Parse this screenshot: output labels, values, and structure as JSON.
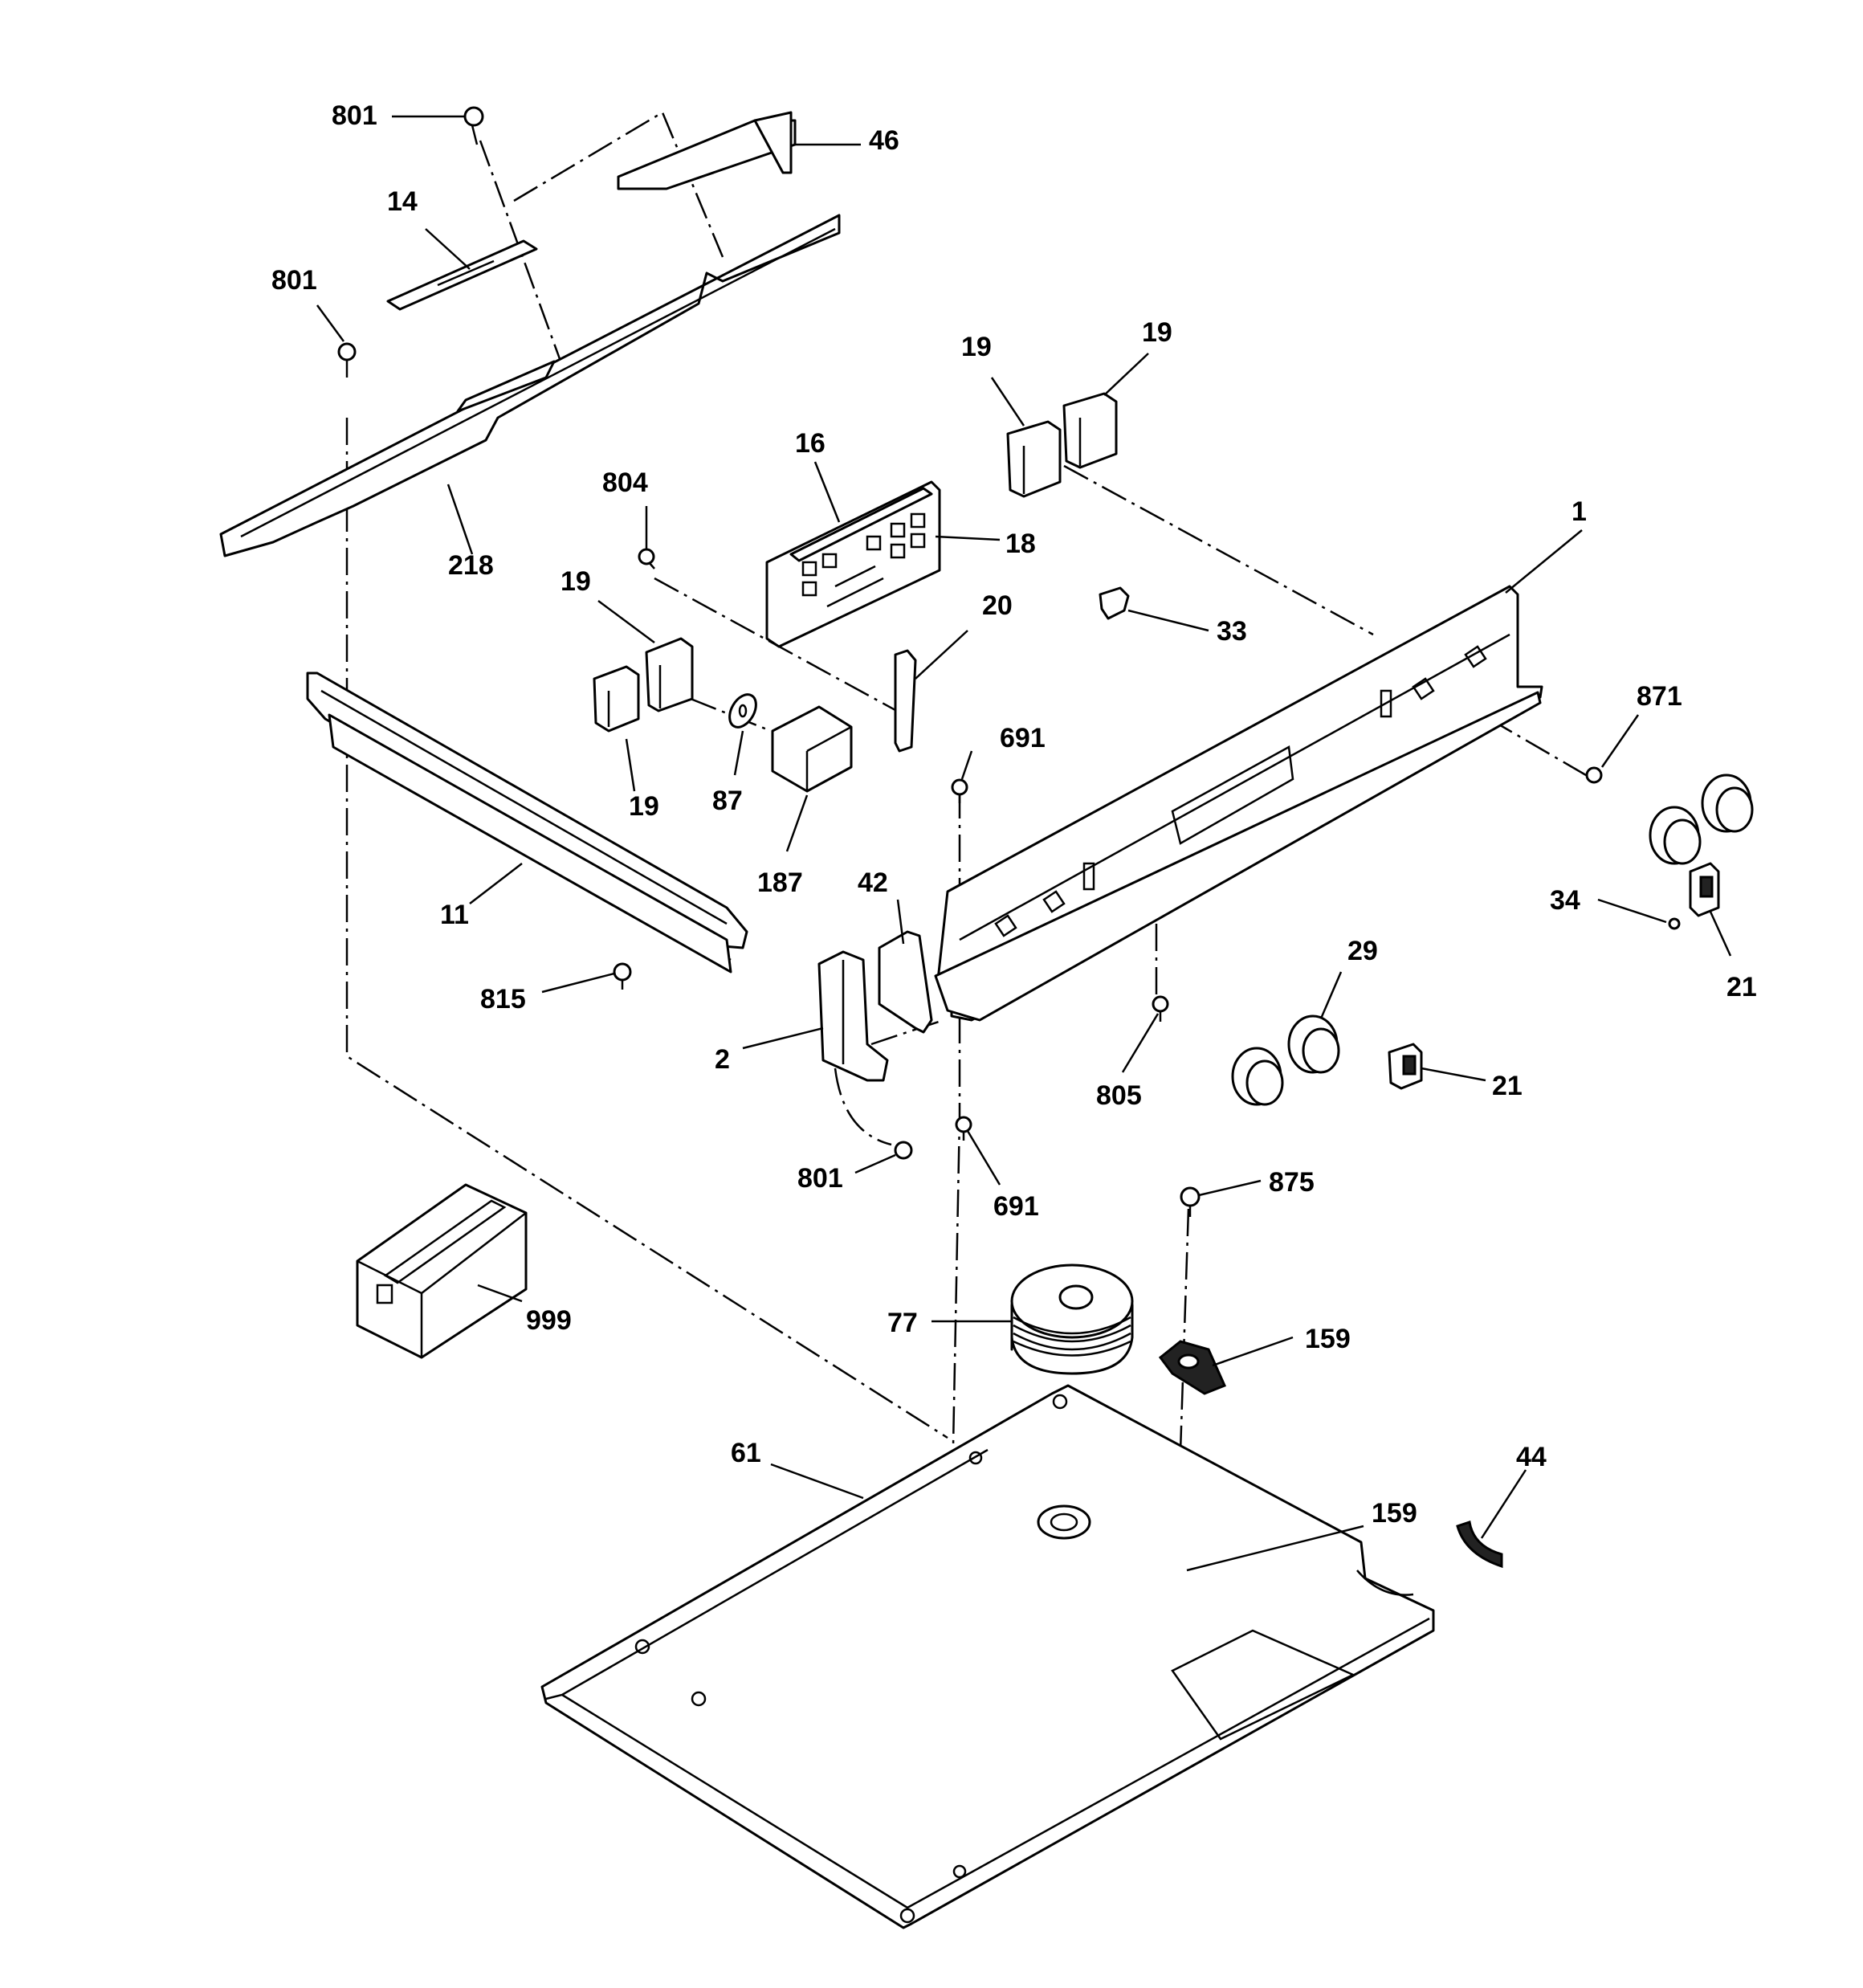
{
  "callouts": {
    "c801a": "801",
    "c46": "46",
    "c14": "14",
    "c801b": "801",
    "c218": "218",
    "c19a": "19",
    "c19b": "19",
    "c16": "16",
    "c804": "804",
    "c18": "18",
    "c1": "1",
    "c19c": "19",
    "c20": "20",
    "c33": "33",
    "c871": "871",
    "c19d": "19",
    "c87": "87",
    "c187": "187",
    "c691a": "691",
    "c11": "11",
    "c42": "42",
    "c34": "34",
    "c21a": "21",
    "c29": "29",
    "c815": "815",
    "c2": "2",
    "c805": "805",
    "c21b": "21",
    "c801c": "801",
    "c691b": "691",
    "c875": "875",
    "c999": "999",
    "c77": "77",
    "c159a": "159",
    "c61": "61",
    "c44": "44",
    "c159b": "159"
  }
}
